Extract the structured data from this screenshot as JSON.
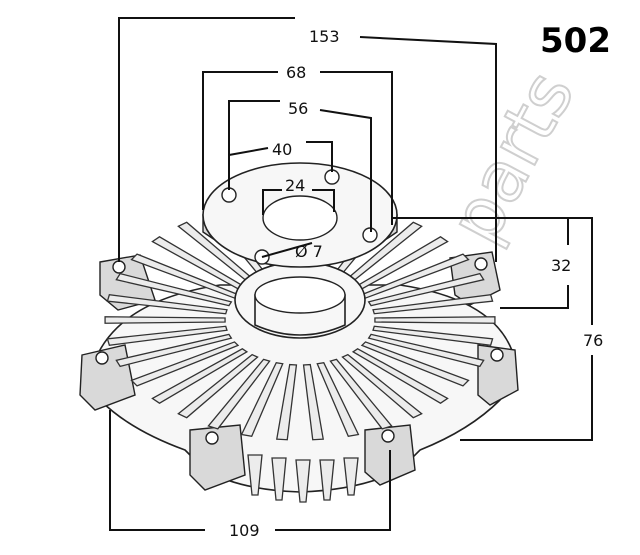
{
  "part_number": "502",
  "dimensions": {
    "d153": "153",
    "d68": "68",
    "d56": "56",
    "d40": "40",
    "d24": "24",
    "d7": "Ø 7",
    "d32": "32",
    "d76": "76",
    "d109": "109"
  },
  "watermark": "parts"
}
